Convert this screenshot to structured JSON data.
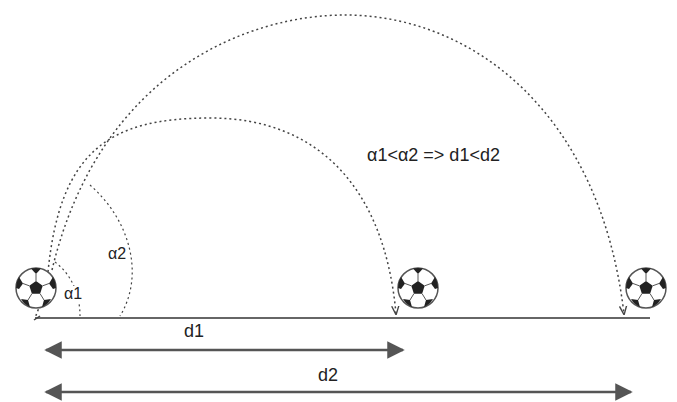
{
  "diagram": {
    "labels": [
      "α1",
      "α2",
      "α1<α2 => d1<d2",
      "d1",
      "d2"
    ]
  }
}
